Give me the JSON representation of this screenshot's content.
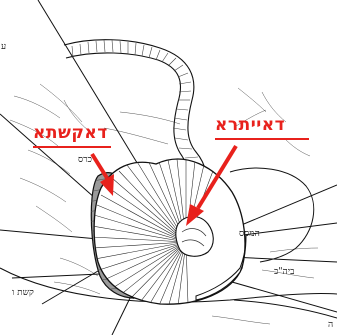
{
  "labels": {
    "dakashta": "דאקשתא",
    "dayitra": "דאייתרא",
    "keres": "כרס",
    "hamses": "המסס",
    "beit_hakosot": "ביה\"כ",
    "keshet": "קשת ו",
    "edge_left": "ע",
    "edge_bottom": "ה"
  },
  "colors": {
    "accent": "#e8211c",
    "ink": "#111111",
    "rumen_fill": "#9a9a9a"
  }
}
